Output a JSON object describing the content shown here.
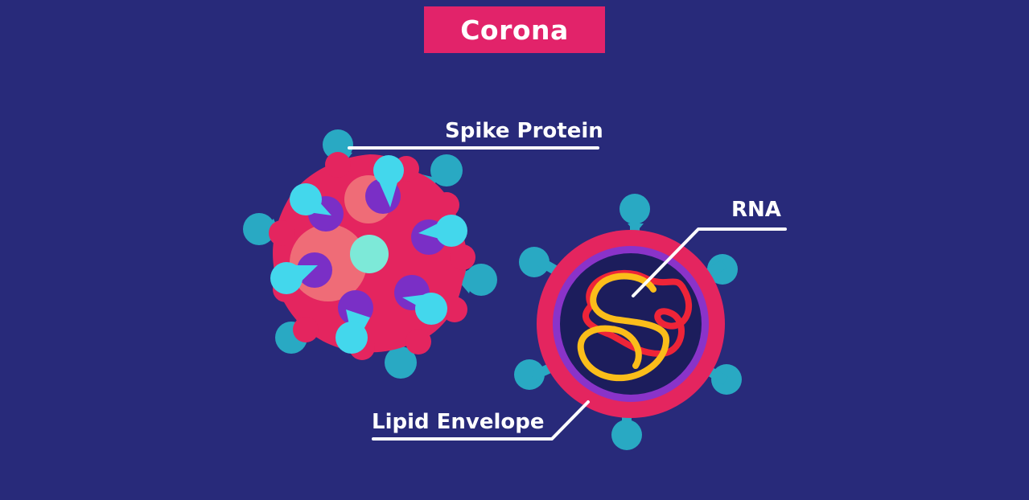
{
  "title": "Corona",
  "labels": {
    "spike_protein": "Spike Protein",
    "rna": "RNA",
    "lipid_envelope": "Lipid Envelope"
  },
  "colors": {
    "background": "#282a7a",
    "title_box": "#e2236a",
    "virus_body": "#e4255f",
    "spike": "#43d7ec",
    "spike_dark": "#29a9c3",
    "spike_base": "#7a2fc6",
    "envelope_ring": "#8a33c9",
    "core": "#1c1d5c",
    "rna_red": "#ee2438",
    "rna_yellow": "#fbbd1a",
    "label_text": "#ffffff"
  }
}
